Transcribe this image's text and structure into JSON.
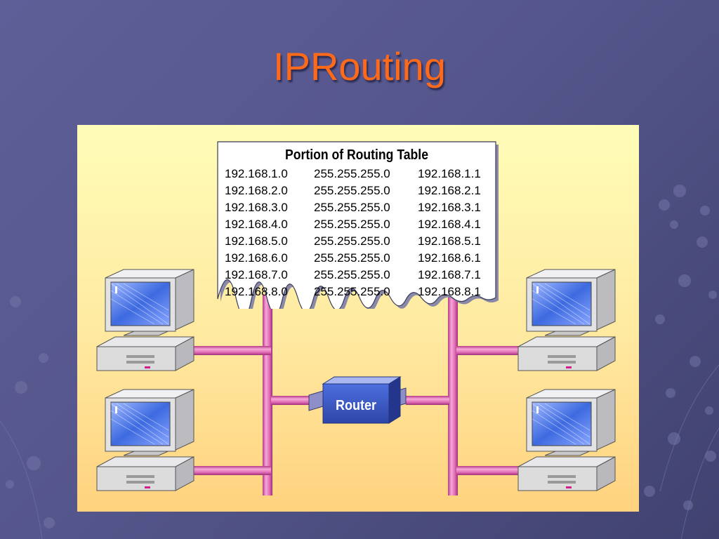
{
  "title": "IPRouting",
  "routing_table": {
    "title": "Portion of Routing Table",
    "rows": [
      [
        "192.168.1.0",
        "255.255.255.0",
        "192.168.1.1"
      ],
      [
        "192.168.2.0",
        "255.255.255.0",
        "192.168.2.1"
      ],
      [
        "192.168.3.0",
        "255.255.255.0",
        "192.168.3.1"
      ],
      [
        "192.168.4.0",
        "255.255.255.0",
        "192.168.4.1"
      ],
      [
        "192.168.5.0",
        "255.255.255.0",
        "192.168.5.1"
      ],
      [
        "192.168.6.0",
        "255.255.255.0",
        "192.168.6.1"
      ],
      [
        "192.168.7.0",
        "255.255.255.0",
        "192.168.7.1"
      ],
      [
        "192.168.8.0",
        "255.255.255.0",
        "192.168.8.1"
      ]
    ]
  },
  "router": {
    "label": "Router"
  },
  "computers": [
    {
      "name": "computer-top-left",
      "icon": "desktop-computer-icon"
    },
    {
      "name": "computer-bottom-left",
      "icon": "desktop-computer-icon"
    },
    {
      "name": "computer-top-right",
      "icon": "desktop-computer-icon"
    },
    {
      "name": "computer-bottom-right",
      "icon": "desktop-computer-icon"
    }
  ],
  "colors": {
    "title": "#ff6a1a",
    "network_cable": "#e06bb5",
    "router": "#3d5cc7",
    "panel": "#fff3a8"
  }
}
